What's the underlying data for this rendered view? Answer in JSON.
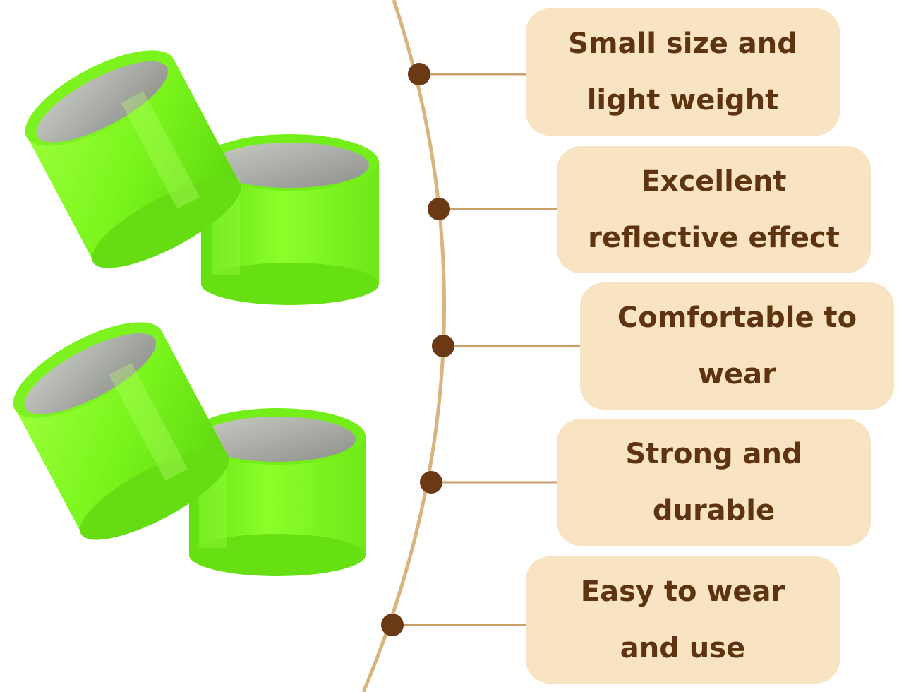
{
  "colors": {
    "card_bg": "#f8e3c3",
    "card_text": "#5e3410",
    "curve": "#d9b47f",
    "dot": "#6b3a14",
    "connector": "#c9a06a",
    "band_green": "#7ff51c",
    "band_inner": "#a9aba5"
  },
  "features": [
    {
      "text": "Small size and light weight"
    },
    {
      "text": "Excellent reflective effect"
    },
    {
      "text": "Comfortable to wear"
    },
    {
      "text": "Strong and durable"
    },
    {
      "text": "Easy to wear and use"
    }
  ]
}
